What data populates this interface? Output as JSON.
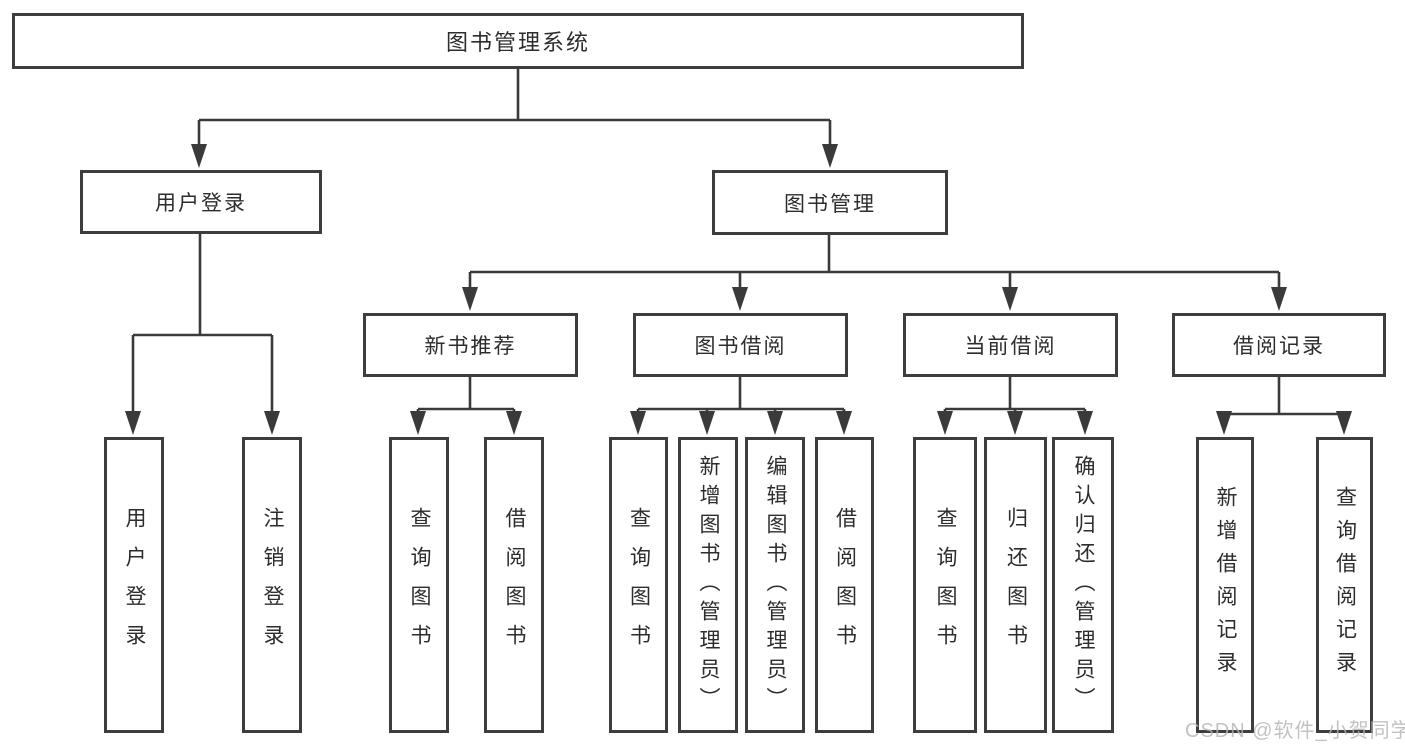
{
  "diagram": {
    "root": {
      "label": "图书管理系统"
    },
    "user_login": {
      "label": "用户登录",
      "children": [
        {
          "label": "用户登录"
        },
        {
          "label": "注销登录"
        }
      ]
    },
    "book_management": {
      "label": "图书管理",
      "sections": [
        {
          "label": "新书推荐",
          "children": [
            {
              "label": "查询图书"
            },
            {
              "label": "借阅图书"
            }
          ]
        },
        {
          "label": "图书借阅",
          "children": [
            {
              "label": "查询图书"
            },
            {
              "label": "新增图书（管理员）"
            },
            {
              "label": "编辑图书（管理员）"
            },
            {
              "label": "借阅图书"
            }
          ]
        },
        {
          "label": "当前借阅",
          "children": [
            {
              "label": "查询图书"
            },
            {
              "label": "归还图书"
            },
            {
              "label": "确认归还（管理员）"
            }
          ]
        },
        {
          "label": "借阅记录",
          "children": [
            {
              "label": "新增借阅记录"
            },
            {
              "label": "查询借阅记录"
            }
          ]
        }
      ]
    }
  },
  "watermark": {
    "text": "CSDN @软件_小贺同学"
  },
  "colors": {
    "connector": "#3a3a3a",
    "box_border": "#3d3d3d",
    "box_text": "#2d2d2d",
    "watermark_text": "#b4b4b4",
    "background": "#ffffff"
  }
}
